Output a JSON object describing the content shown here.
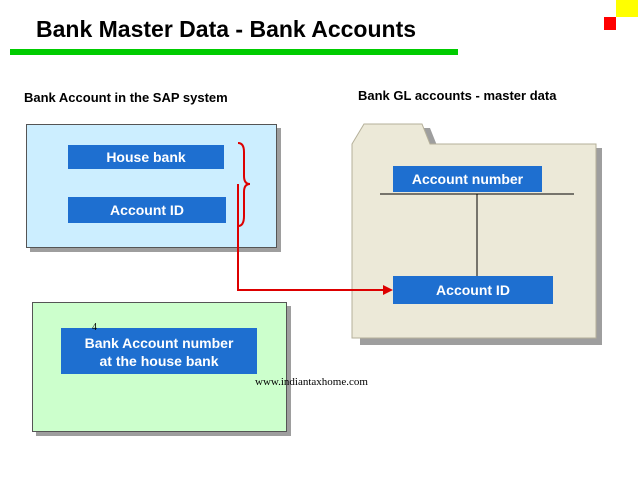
{
  "title": "Bank Master Data - Bank Accounts",
  "left_section": {
    "label": "Bank Account in the SAP system",
    "house_bank": "House bank",
    "account_id": "Account ID"
  },
  "right_section": {
    "label": "Bank GL accounts - master data",
    "account_number": "Account number",
    "account_id": "Account ID"
  },
  "bank_box": {
    "line1": "Bank Account number",
    "line2": "at the house bank"
  },
  "small_number": "4",
  "watermark": "www.indiantaxhome.com",
  "colors": {
    "accent_green": "#00cc00",
    "box_blue": "#1e6fd0",
    "sap_panel": "#cceeff",
    "bank_panel": "#ccffcc",
    "folder": "#ece9d8",
    "connector_red": "#dd0000",
    "corner_yellow": "#ffff00",
    "corner_red": "#ff0000"
  }
}
